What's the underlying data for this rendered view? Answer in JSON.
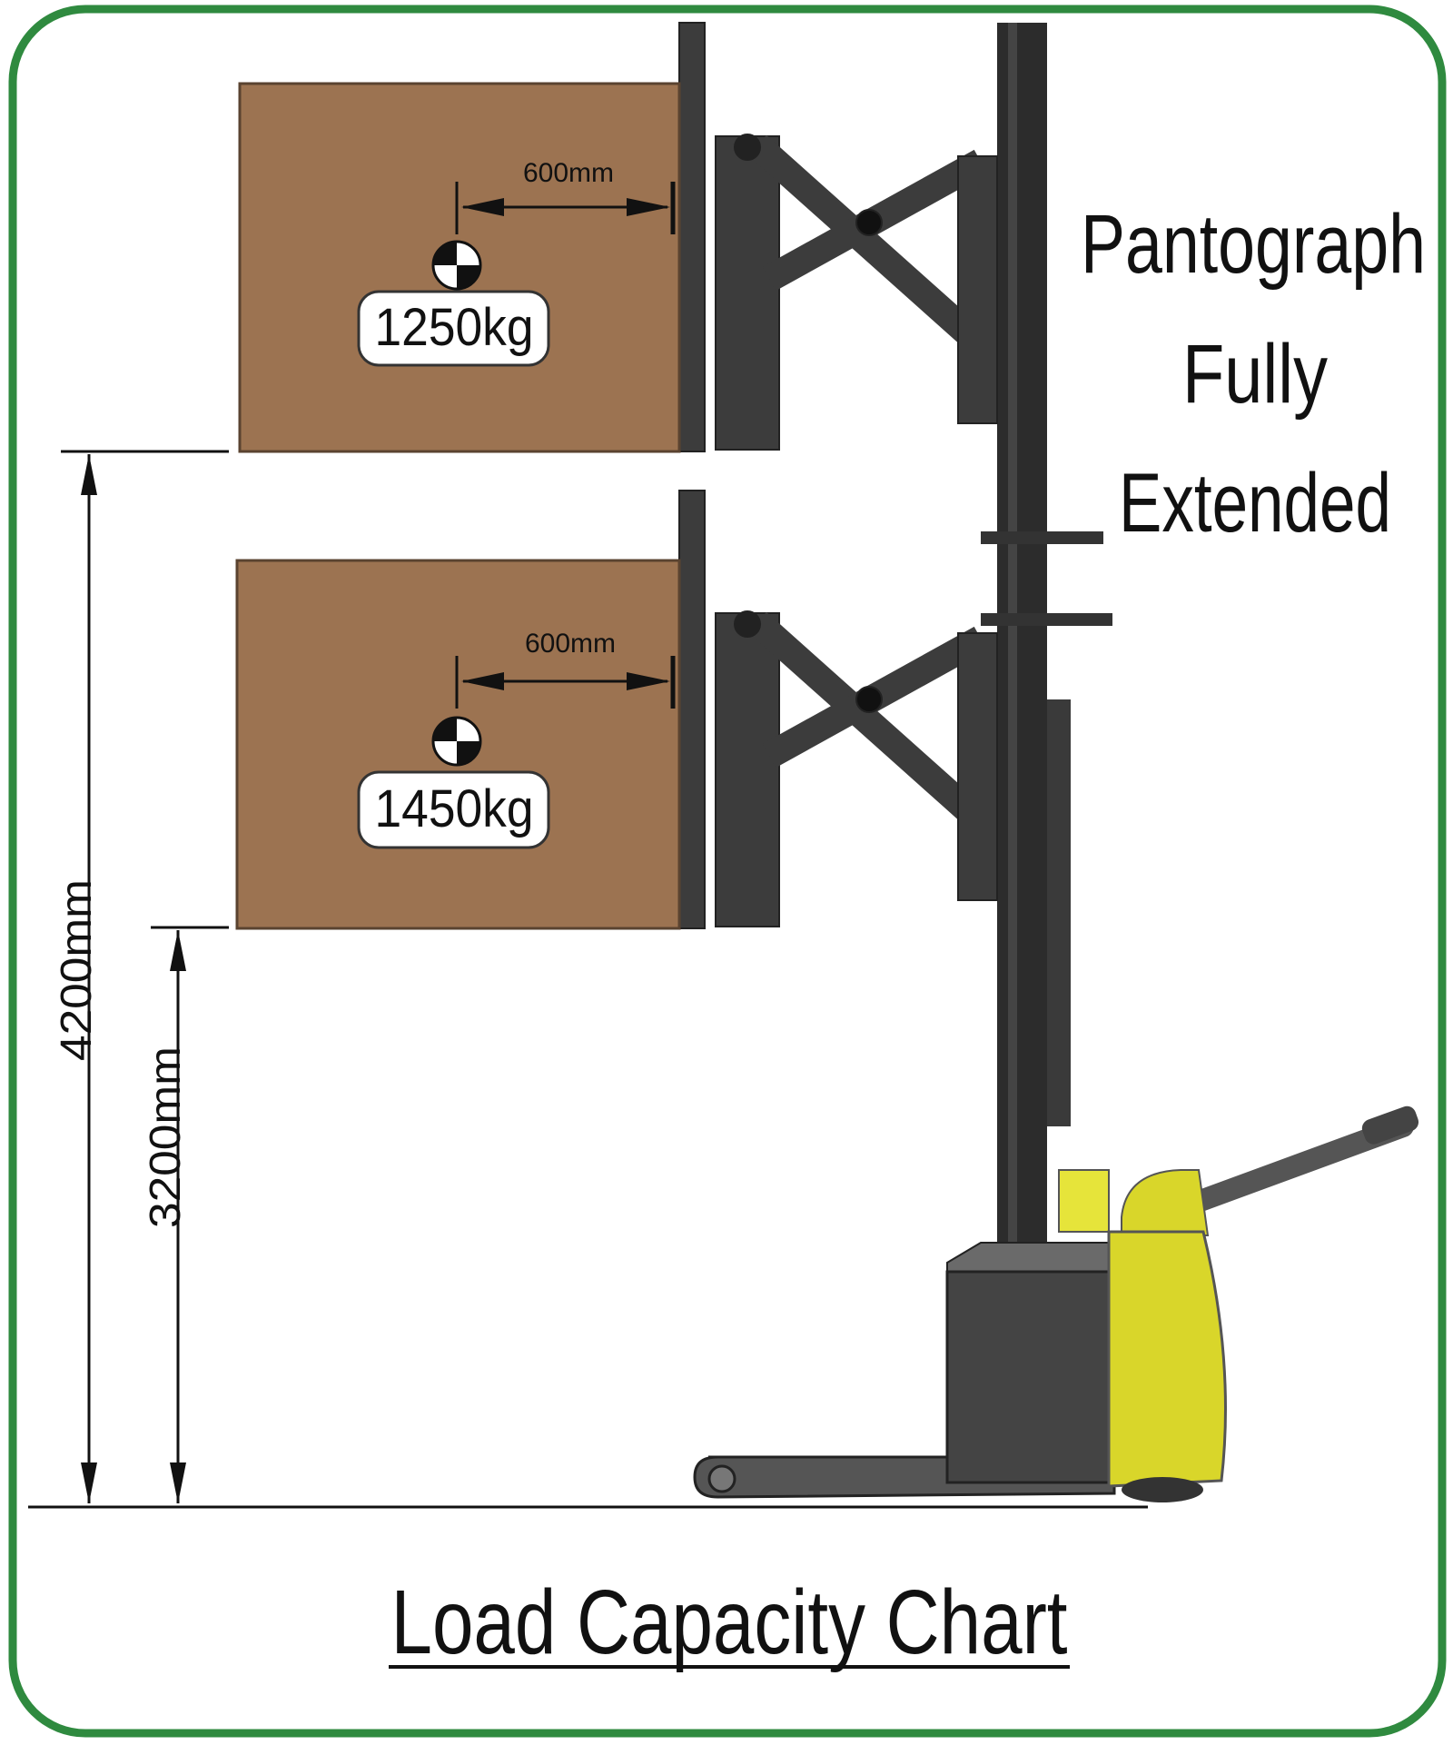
{
  "colors": {
    "border": "#2f8a3f",
    "box": "#9c7351",
    "steel": "#3c3c3c",
    "body_yellow": "#d9d62a"
  },
  "title": "Load Capacity Chart",
  "note_lines": [
    "Pantograph",
    "Fully",
    "Extended"
  ],
  "loads": [
    {
      "weight": "1250kg",
      "load_center": "600mm"
    },
    {
      "weight": "1450kg",
      "load_center": "600mm"
    }
  ],
  "heights": {
    "upper": "4200mm",
    "lower": "3200mm"
  }
}
